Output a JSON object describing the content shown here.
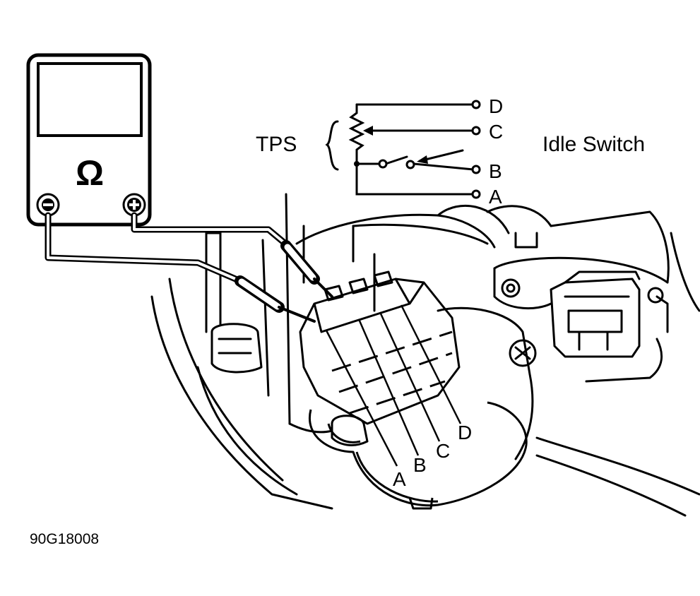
{
  "meter": {
    "symbol": "Ω",
    "neg_symbol": "−",
    "pos_symbol": "+"
  },
  "schematic": {
    "group_label": "TPS",
    "switch_label": "Idle Switch",
    "terminals": [
      "D",
      "C",
      "B",
      "A"
    ]
  },
  "connector": {
    "pin_labels": [
      "A",
      "B",
      "C",
      "D"
    ]
  },
  "figure_code": "90G18008",
  "colors": {
    "ink": "#000000",
    "paper": "#ffffff"
  }
}
